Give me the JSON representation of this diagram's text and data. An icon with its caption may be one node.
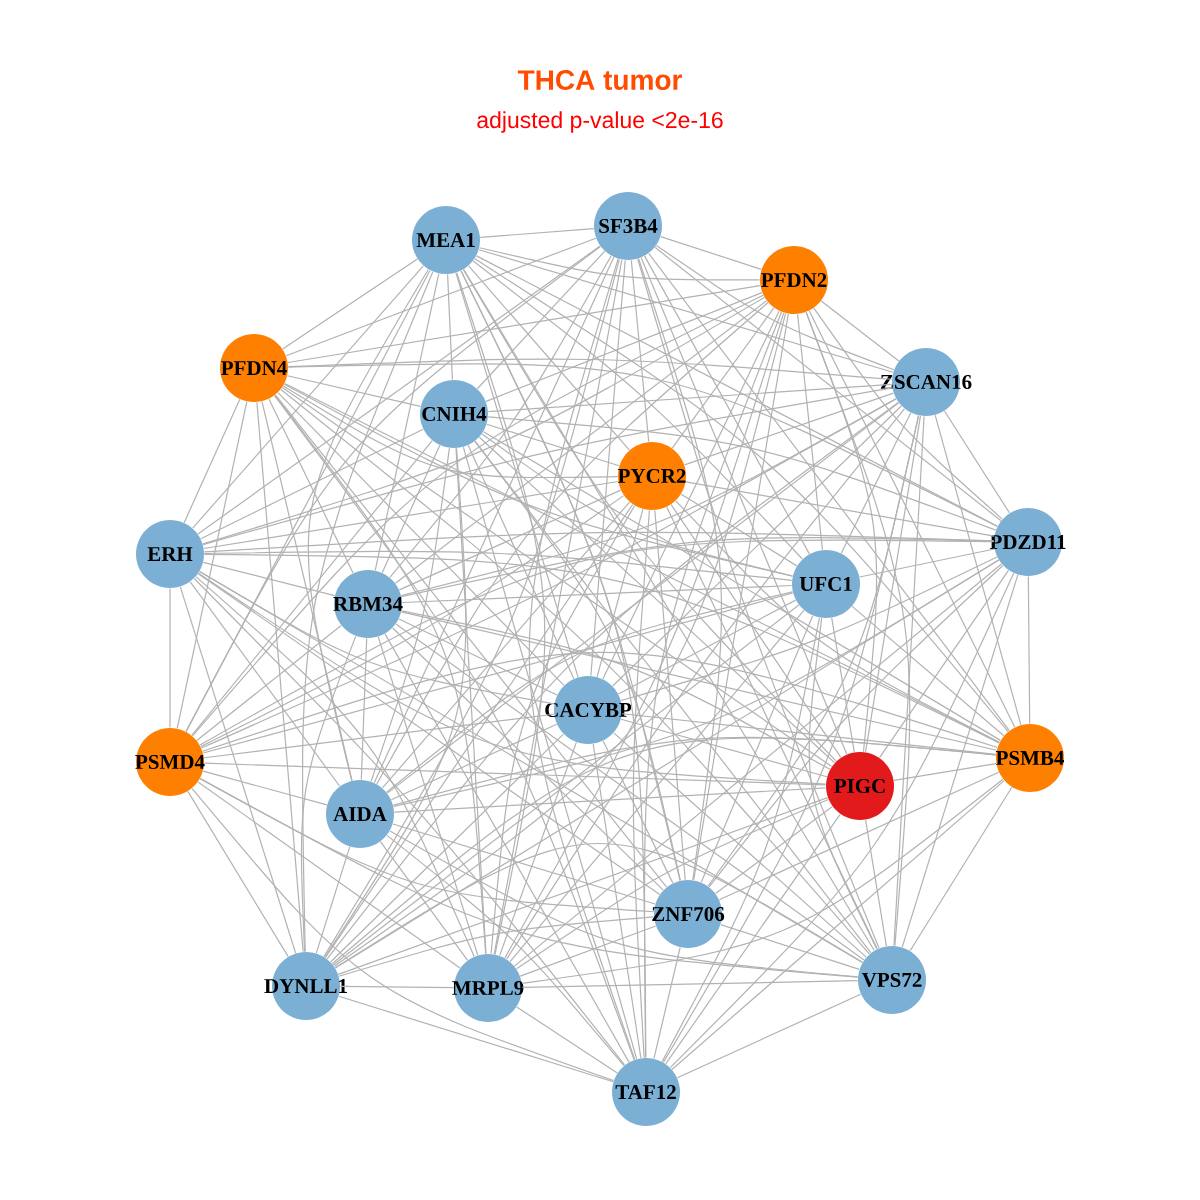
{
  "diagram": {
    "title": "THCA tumor",
    "caption": "adjusted p-value <2e-16",
    "nodes": [
      {
        "text": [
          "MEA1"
        ]
      },
      {
        "text": [
          "SF3B4"
        ]
      },
      {
        "text": [
          "PFDN2"
        ]
      },
      {
        "text": [
          "PFDN4"
        ]
      },
      {
        "text": [
          "ZSCAN16"
        ]
      },
      {
        "text": [
          "CNIH4"
        ]
      },
      {
        "text": [
          "PYCR2"
        ]
      },
      {
        "text": [
          "ERH"
        ]
      },
      {
        "text": [
          "PDZD11"
        ]
      },
      {
        "text": [
          "UFC1"
        ]
      },
      {
        "text": [
          "RBM34"
        ]
      },
      {
        "text": [
          "CACYBP"
        ]
      },
      {
        "text": [
          "PSMD4"
        ]
      },
      {
        "text": [
          "PIGC"
        ]
      },
      {
        "text": [
          "PSMB4"
        ]
      },
      {
        "text": [
          "AIDA"
        ]
      },
      {
        "text": [
          "ZNF706"
        ]
      },
      {
        "text": [
          "DYNLL1"
        ]
      },
      {
        "text": [
          "MRPL9"
        ]
      },
      {
        "text": [
          "VPS72"
        ]
      },
      {
        "text": [
          "TAF12"
        ]
      }
    ],
    "edges": [
      {
        "from": 0,
        "to": 1,
        "arrow": "none"
      },
      {
        "from": 0,
        "to": 2,
        "arrow": "none"
      },
      {
        "from": 0,
        "to": 3,
        "arrow": "none"
      },
      {
        "from": 0,
        "to": 4,
        "arrow": "none"
      },
      {
        "from": 0,
        "to": 5,
        "arrow": "none"
      },
      {
        "from": 0,
        "to": 6,
        "arrow": "none"
      },
      {
        "from": 0,
        "to": 7,
        "arrow": "none"
      },
      {
        "from": 0,
        "to": 8,
        "arrow": "none"
      },
      {
        "from": 0,
        "to": 9,
        "arrow": "none"
      },
      {
        "from": 0,
        "to": 10,
        "arrow": "none"
      },
      {
        "from": 0,
        "to": 11,
        "arrow": "none"
      },
      {
        "from": 0,
        "to": 12,
        "arrow": "none"
      },
      {
        "from": 0,
        "to": 13,
        "arrow": "none"
      },
      {
        "from": 0,
        "to": 14,
        "arrow": "none"
      },
      {
        "from": 0,
        "to": 15,
        "arrow": "none"
      },
      {
        "from": 0,
        "to": 16,
        "arrow": "none"
      },
      {
        "from": 0,
        "to": 17,
        "arrow": "none"
      },
      {
        "from": 0,
        "to": 18,
        "arrow": "none"
      },
      {
        "from": 0,
        "to": 19,
        "arrow": "none"
      },
      {
        "from": 0,
        "to": 20,
        "arrow": "none"
      },
      {
        "from": 1,
        "to": 2,
        "arrow": "none"
      },
      {
        "from": 1,
        "to": 3,
        "arrow": "none"
      },
      {
        "from": 1,
        "to": 4,
        "arrow": "none"
      },
      {
        "from": 1,
        "to": 5,
        "arrow": "none"
      },
      {
        "from": 1,
        "to": 6,
        "arrow": "none"
      },
      {
        "from": 1,
        "to": 7,
        "arrow": "none"
      },
      {
        "from": 1,
        "to": 8,
        "arrow": "none"
      },
      {
        "from": 1,
        "to": 9,
        "arrow": "none"
      },
      {
        "from": 1,
        "to": 10,
        "arrow": "none"
      },
      {
        "from": 1,
        "to": 11,
        "arrow": "none"
      },
      {
        "from": 1,
        "to": 12,
        "arrow": "none"
      },
      {
        "from": 1,
        "to": 13,
        "arrow": "none"
      },
      {
        "from": 1,
        "to": 14,
        "arrow": "none"
      },
      {
        "from": 1,
        "to": 15,
        "arrow": "none"
      },
      {
        "from": 1,
        "to": 16,
        "arrow": "none"
      },
      {
        "from": 1,
        "to": 17,
        "arrow": "none"
      },
      {
        "from": 1,
        "to": 18,
        "arrow": "none"
      },
      {
        "from": 1,
        "to": 19,
        "arrow": "none"
      },
      {
        "from": 1,
        "to": 20,
        "arrow": "none"
      },
      {
        "from": 2,
        "to": 3,
        "arrow": "none"
      },
      {
        "from": 2,
        "to": 4,
        "arrow": "none"
      },
      {
        "from": 2,
        "to": 5,
        "arrow": "none"
      },
      {
        "from": 2,
        "to": 6,
        "arrow": "none"
      },
      {
        "from": 2,
        "to": 7,
        "arrow": "none"
      },
      {
        "from": 2,
        "to": 8,
        "arrow": "none"
      },
      {
        "from": 2,
        "to": 9,
        "arrow": "none"
      },
      {
        "from": 2,
        "to": 10,
        "arrow": "none"
      },
      {
        "from": 2,
        "to": 11,
        "arrow": "none"
      },
      {
        "from": 2,
        "to": 12,
        "arrow": "none"
      },
      {
        "from": 2,
        "to": 13,
        "arrow": "none"
      },
      {
        "from": 2,
        "to": 14,
        "arrow": "none"
      },
      {
        "from": 2,
        "to": 15,
        "arrow": "none"
      },
      {
        "from": 2,
        "to": 16,
        "arrow": "none"
      },
      {
        "from": 2,
        "to": 17,
        "arrow": "none"
      },
      {
        "from": 2,
        "to": 18,
        "arrow": "none"
      },
      {
        "from": 2,
        "to": 19,
        "arrow": "none"
      },
      {
        "from": 2,
        "to": 20,
        "arrow": "none"
      },
      {
        "from": 3,
        "to": 4,
        "arrow": "none"
      },
      {
        "from": 3,
        "to": 5,
        "arrow": "none"
      },
      {
        "from": 3,
        "to": 6,
        "arrow": "none"
      },
      {
        "from": 3,
        "to": 7,
        "arrow": "none"
      },
      {
        "from": 3,
        "to": 8,
        "arrow": "none"
      },
      {
        "from": 3,
        "to": 9,
        "arrow": "none"
      },
      {
        "from": 3,
        "to": 10,
        "arrow": "none"
      },
      {
        "from": 3,
        "to": 11,
        "arrow": "none"
      },
      {
        "from": 3,
        "to": 12,
        "arrow": "none"
      },
      {
        "from": 3,
        "to": 13,
        "arrow": "none"
      },
      {
        "from": 3,
        "to": 14,
        "arrow": "none"
      },
      {
        "from": 3,
        "to": 15,
        "arrow": "none"
      },
      {
        "from": 3,
        "to": 16,
        "arrow": "none"
      },
      {
        "from": 3,
        "to": 17,
        "arrow": "none"
      },
      {
        "from": 3,
        "to": 18,
        "arrow": "none"
      },
      {
        "from": 3,
        "to": 19,
        "arrow": "none"
      },
      {
        "from": 3,
        "to": 20,
        "arrow": "none"
      },
      {
        "from": 4,
        "to": 5,
        "arrow": "none"
      },
      {
        "from": 4,
        "to": 6,
        "arrow": "none"
      },
      {
        "from": 4,
        "to": 7,
        "arrow": "none"
      },
      {
        "from": 4,
        "to": 8,
        "arrow": "none"
      },
      {
        "from": 4,
        "to": 9,
        "arrow": "none"
      },
      {
        "from": 4,
        "to": 10,
        "arrow": "none"
      },
      {
        "from": 4,
        "to": 11,
        "arrow": "none"
      },
      {
        "from": 4,
        "to": 12,
        "arrow": "none"
      },
      {
        "from": 4,
        "to": 13,
        "arrow": "none"
      },
      {
        "from": 4,
        "to": 14,
        "arrow": "none"
      },
      {
        "from": 4,
        "to": 15,
        "arrow": "none"
      },
      {
        "from": 4,
        "to": 16,
        "arrow": "none"
      },
      {
        "from": 4,
        "to": 17,
        "arrow": "none"
      },
      {
        "from": 4,
        "to": 18,
        "arrow": "none"
      },
      {
        "from": 4,
        "to": 19,
        "arrow": "none"
      },
      {
        "from": 4,
        "to": 20,
        "arrow": "none"
      },
      {
        "from": 5,
        "to": 6,
        "arrow": "none"
      },
      {
        "from": 5,
        "to": 7,
        "arrow": "none"
      },
      {
        "from": 5,
        "to": 8,
        "arrow": "none"
      },
      {
        "from": 5,
        "to": 9,
        "arrow": "none"
      },
      {
        "from": 5,
        "to": 10,
        "arrow": "none"
      },
      {
        "from": 5,
        "to": 11,
        "arrow": "none"
      },
      {
        "from": 5,
        "to": 12,
        "arrow": "none"
      },
      {
        "from": 5,
        "to": 13,
        "arrow": "none"
      },
      {
        "from": 5,
        "to": 14,
        "arrow": "none"
      },
      {
        "from": 5,
        "to": 15,
        "arrow": "none"
      },
      {
        "from": 5,
        "to": 16,
        "arrow": "none"
      },
      {
        "from": 5,
        "to": 17,
        "arrow": "none"
      },
      {
        "from": 5,
        "to": 18,
        "arrow": "none"
      },
      {
        "from": 5,
        "to": 19,
        "arrow": "none"
      },
      {
        "from": 5,
        "to": 20,
        "arrow": "none"
      },
      {
        "from": 6,
        "to": 7,
        "arrow": "none"
      },
      {
        "from": 6,
        "to": 8,
        "arrow": "none"
      },
      {
        "from": 6,
        "to": 9,
        "arrow": "none"
      },
      {
        "from": 6,
        "to": 10,
        "arrow": "none"
      },
      {
        "from": 6,
        "to": 11,
        "arrow": "none"
      },
      {
        "from": 6,
        "to": 12,
        "arrow": "none"
      },
      {
        "from": 6,
        "to": 13,
        "arrow": "none"
      },
      {
        "from": 6,
        "to": 14,
        "arrow": "none"
      },
      {
        "from": 6,
        "to": 15,
        "arrow": "none"
      },
      {
        "from": 6,
        "to": 16,
        "arrow": "none"
      },
      {
        "from": 6,
        "to": 17,
        "arrow": "none"
      },
      {
        "from": 6,
        "to": 18,
        "arrow": "none"
      },
      {
        "from": 6,
        "to": 19,
        "arrow": "none"
      },
      {
        "from": 6,
        "to": 20,
        "arrow": "none"
      },
      {
        "from": 7,
        "to": 8,
        "arrow": "none"
      },
      {
        "from": 7,
        "to": 9,
        "arrow": "none"
      },
      {
        "from": 7,
        "to": 10,
        "arrow": "none"
      },
      {
        "from": 7,
        "to": 11,
        "arrow": "none"
      },
      {
        "from": 7,
        "to": 12,
        "arrow": "none"
      },
      {
        "from": 7,
        "to": 13,
        "arrow": "none"
      },
      {
        "from": 7,
        "to": 14,
        "arrow": "none"
      },
      {
        "from": 7,
        "to": 15,
        "arrow": "none"
      },
      {
        "from": 7,
        "to": 16,
        "arrow": "none"
      },
      {
        "from": 7,
        "to": 17,
        "arrow": "none"
      },
      {
        "from": 7,
        "to": 18,
        "arrow": "none"
      },
      {
        "from": 7,
        "to": 19,
        "arrow": "none"
      },
      {
        "from": 7,
        "to": 20,
        "arrow": "none"
      },
      {
        "from": 8,
        "to": 9,
        "arrow": "none"
      },
      {
        "from": 8,
        "to": 10,
        "arrow": "none"
      },
      {
        "from": 8,
        "to": 11,
        "arrow": "none"
      },
      {
        "from": 8,
        "to": 12,
        "arrow": "none"
      },
      {
        "from": 8,
        "to": 13,
        "arrow": "none"
      },
      {
        "from": 8,
        "to": 14,
        "arrow": "none"
      },
      {
        "from": 8,
        "to": 15,
        "arrow": "none"
      },
      {
        "from": 8,
        "to": 16,
        "arrow": "none"
      },
      {
        "from": 8,
        "to": 17,
        "arrow": "none"
      },
      {
        "from": 8,
        "to": 18,
        "arrow": "none"
      },
      {
        "from": 8,
        "to": 19,
        "arrow": "none"
      },
      {
        "from": 8,
        "to": 20,
        "arrow": "none"
      },
      {
        "from": 9,
        "to": 10,
        "arrow": "none"
      },
      {
        "from": 9,
        "to": 11,
        "arrow": "none"
      },
      {
        "from": 9,
        "to": 12,
        "arrow": "none"
      },
      {
        "from": 9,
        "to": 13,
        "arrow": "none"
      },
      {
        "from": 9,
        "to": 14,
        "arrow": "none"
      },
      {
        "from": 9,
        "to": 15,
        "arrow": "none"
      },
      {
        "from": 9,
        "to": 16,
        "arrow": "none"
      },
      {
        "from": 9,
        "to": 17,
        "arrow": "none"
      },
      {
        "from": 9,
        "to": 18,
        "arrow": "none"
      },
      {
        "from": 9,
        "to": 19,
        "arrow": "none"
      },
      {
        "from": 9,
        "to": 20,
        "arrow": "none"
      },
      {
        "from": 10,
        "to": 11,
        "arrow": "none"
      },
      {
        "from": 10,
        "to": 12,
        "arrow": "none"
      },
      {
        "from": 10,
        "to": 13,
        "arrow": "none"
      },
      {
        "from": 10,
        "to": 14,
        "arrow": "none"
      },
      {
        "from": 10,
        "to": 15,
        "arrow": "none"
      },
      {
        "from": 10,
        "to": 16,
        "arrow": "none"
      },
      {
        "from": 10,
        "to": 17,
        "arrow": "none"
      },
      {
        "from": 10,
        "to": 18,
        "arrow": "none"
      },
      {
        "from": 10,
        "to": 19,
        "arrow": "none"
      },
      {
        "from": 10,
        "to": 20,
        "arrow": "none"
      },
      {
        "from": 11,
        "to": 12,
        "arrow": "none"
      },
      {
        "from": 11,
        "to": 13,
        "arrow": "none"
      },
      {
        "from": 11,
        "to": 14,
        "arrow": "none"
      },
      {
        "from": 11,
        "to": 15,
        "arrow": "none"
      },
      {
        "from": 11,
        "to": 16,
        "arrow": "none"
      },
      {
        "from": 11,
        "to": 17,
        "arrow": "none"
      },
      {
        "from": 11,
        "to": 18,
        "arrow": "none"
      },
      {
        "from": 11,
        "to": 19,
        "arrow": "none"
      },
      {
        "from": 11,
        "to": 20,
        "arrow": "none"
      },
      {
        "from": 12,
        "to": 13,
        "arrow": "none"
      },
      {
        "from": 12,
        "to": 14,
        "arrow": "none"
      },
      {
        "from": 12,
        "to": 15,
        "arrow": "none"
      },
      {
        "from": 12,
        "to": 16,
        "arrow": "none"
      },
      {
        "from": 12,
        "to": 17,
        "arrow": "none"
      },
      {
        "from": 12,
        "to": 18,
        "arrow": "none"
      },
      {
        "from": 12,
        "to": 19,
        "arrow": "none"
      },
      {
        "from": 12,
        "to": 20,
        "arrow": "none"
      },
      {
        "from": 13,
        "to": 14,
        "arrow": "none"
      },
      {
        "from": 13,
        "to": 15,
        "arrow": "none"
      },
      {
        "from": 13,
        "to": 16,
        "arrow": "none"
      },
      {
        "from": 13,
        "to": 17,
        "arrow": "none"
      },
      {
        "from": 13,
        "to": 18,
        "arrow": "none"
      },
      {
        "from": 13,
        "to": 19,
        "arrow": "none"
      },
      {
        "from": 13,
        "to": 20,
        "arrow": "none"
      },
      {
        "from": 14,
        "to": 15,
        "arrow": "none"
      },
      {
        "from": 14,
        "to": 16,
        "arrow": "none"
      },
      {
        "from": 14,
        "to": 17,
        "arrow": "none"
      },
      {
        "from": 14,
        "to": 18,
        "arrow": "none"
      },
      {
        "from": 14,
        "to": 19,
        "arrow": "none"
      },
      {
        "from": 14,
        "to": 20,
        "arrow": "none"
      },
      {
        "from": 15,
        "to": 16,
        "arrow": "none"
      },
      {
        "from": 15,
        "to": 17,
        "arrow": "none"
      },
      {
        "from": 15,
        "to": 18,
        "arrow": "none"
      },
      {
        "from": 15,
        "to": 19,
        "arrow": "none"
      },
      {
        "from": 15,
        "to": 20,
        "arrow": "none"
      },
      {
        "from": 16,
        "to": 17,
        "arrow": "none"
      },
      {
        "from": 16,
        "to": 18,
        "arrow": "none"
      },
      {
        "from": 16,
        "to": 19,
        "arrow": "none"
      },
      {
        "from": 16,
        "to": 20,
        "arrow": "none"
      },
      {
        "from": 17,
        "to": 18,
        "arrow": "none"
      },
      {
        "from": 17,
        "to": 19,
        "arrow": "none"
      },
      {
        "from": 17,
        "to": 20,
        "arrow": "none"
      },
      {
        "from": 18,
        "to": 19,
        "arrow": "none"
      },
      {
        "from": 18,
        "to": 20,
        "arrow": "none"
      },
      {
        "from": 19,
        "to": 20,
        "arrow": "none"
      }
    ]
  }
}
